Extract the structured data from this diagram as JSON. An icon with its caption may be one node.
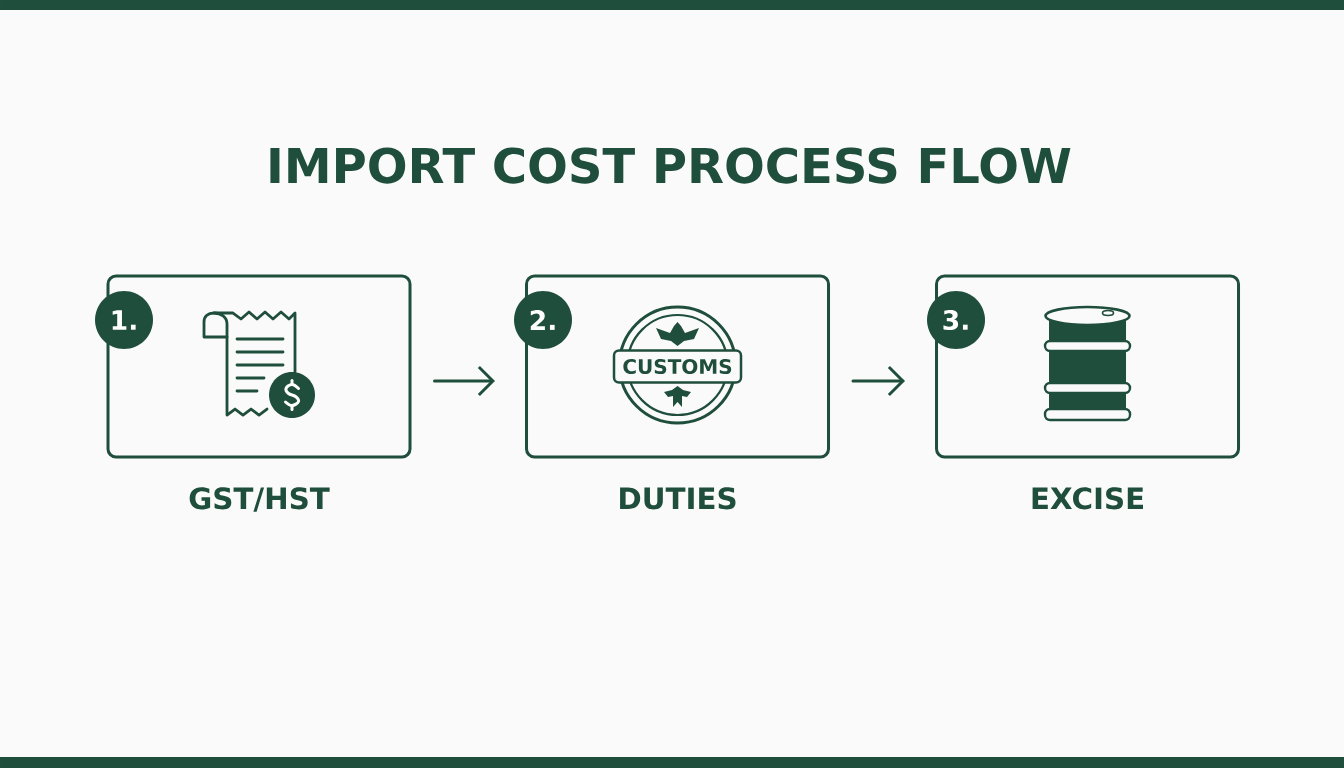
{
  "diagram": {
    "title": "IMPORT COST PROCESS FLOW",
    "nodes": [
      {
        "text": [
          "GST/HST"
        ]
      },
      {
        "text": [
          "1."
        ]
      },
      {
        "text": [
          "DUTIES"
        ]
      },
      {
        "text": [
          "2."
        ]
      },
      {
        "text": [
          "CUSTOMS"
        ],
        "in": 2
      },
      {
        "text": [
          "EXCISE"
        ]
      },
      {
        "text": [
          "3."
        ]
      }
    ],
    "edges": [
      {
        "from": 0,
        "to": 2,
        "arrow": "to"
      },
      {
        "from": 2,
        "to": 5,
        "arrow": "to"
      }
    ]
  }
}
